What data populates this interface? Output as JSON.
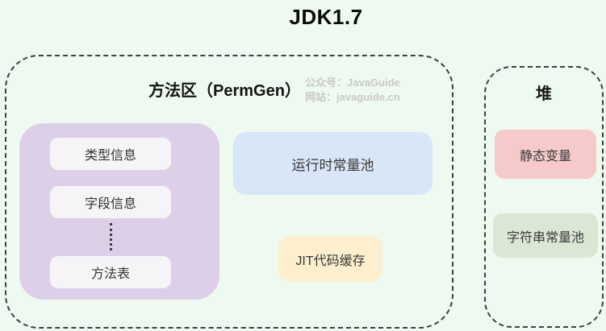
{
  "page": {
    "title": "JDK1.7"
  },
  "watermark": {
    "line1": "公众号：JavaGuide",
    "line2": "网站：javaguide.cn"
  },
  "method_area": {
    "title": "方法区（PermGen）",
    "items": [
      "类型信息",
      "字段信息",
      "方法表"
    ],
    "runtime_constant_pool": "运行时常量池",
    "jit_code_cache": "JIT代码缓存"
  },
  "heap": {
    "title": "堆",
    "static_variables": "静态变量",
    "string_constant_pool": "字符串常量池"
  },
  "colors": {
    "background": "#eef9f0",
    "dashed_border": "#3f3f3f",
    "purple_panel": "#ddcfe7",
    "inner_box": "#f6f4f7",
    "blue_box": "#d8e6f8",
    "yellow_box": "#fdefcd",
    "pink_box": "#f6caca",
    "green_box": "#dbe7d5",
    "watermark_text": "#c9c9c9"
  }
}
